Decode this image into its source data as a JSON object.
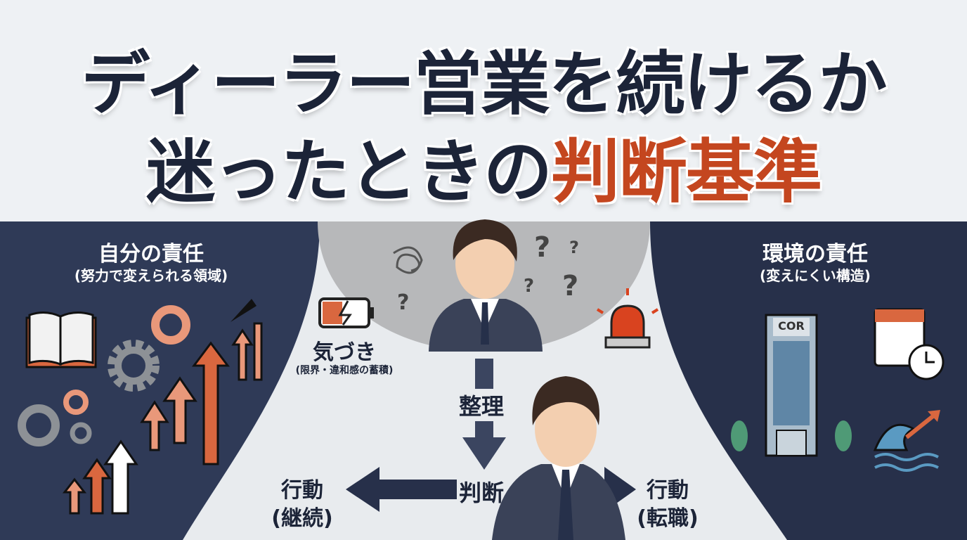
{
  "title": {
    "line1": "ディーラー営業を続けるか",
    "line2_plain": "迷ったときの",
    "line2_accent": "判断基準"
  },
  "left_panel": {
    "heading": "自分の責任",
    "sub": "(努力で変えられる領域)"
  },
  "right_panel": {
    "heading": "環境の責任",
    "sub": "(変えにくい構造)",
    "building_label": "COR"
  },
  "flow": {
    "awareness": "気づき",
    "awareness_sub": "(限界・違和感の蓄積)",
    "organize": "整理",
    "judgment": "判断",
    "action_left": "行動",
    "action_left_sub": "(継続)",
    "action_right": "行動",
    "action_right_sub": "(転職)"
  },
  "colors": {
    "navy": "#1c2438",
    "accent": "#c4461f",
    "panel_left": "#2f3a57",
    "panel_right": "#27304a",
    "orange": "#e2714f"
  }
}
